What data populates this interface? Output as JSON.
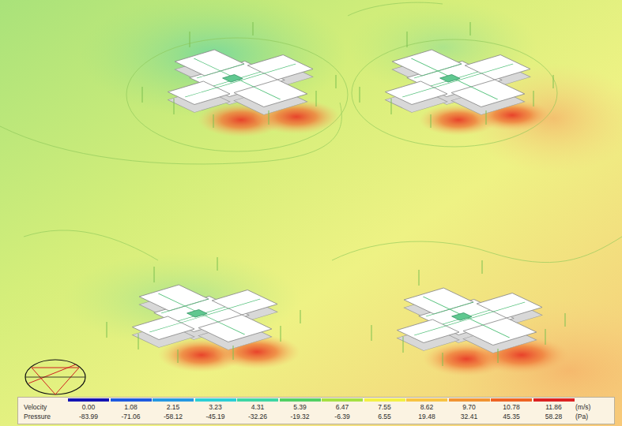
{
  "diagram": {
    "labels": [
      "Velocity",
      "(m/s)",
      "Pressure",
      "-83.99",
      "-71.06",
      "-58.12",
      "-45.19",
      "-32.26",
      "-19.32",
      "-6.39",
      "6.55",
      "19.48",
      "32.41",
      "45.35",
      "58.28",
      "(Pa)"
    ],
    "legend": [
      {
        "text": "0.00",
        "color": "#1414b4"
      },
      {
        "text": "1.08",
        "color": "#1e5ae0"
      },
      {
        "text": "2.15",
        "color": "#2598e2"
      },
      {
        "text": "3.23",
        "color": "#2ccfd6"
      },
      {
        "text": "4.31",
        "color": "#3ed6a4"
      },
      {
        "text": "5.39",
        "color": "#52d064"
      },
      {
        "text": "6.47",
        "color": "#a6e044"
      },
      {
        "text": "7.55",
        "color": "#f2f046"
      },
      {
        "text": "8.62",
        "color": "#f7c444"
      },
      {
        "text": "9.70",
        "color": "#f19434"
      },
      {
        "text": "10.78",
        "color": "#ee6424"
      },
      {
        "text": "11.86",
        "color": "#dc2222"
      }
    ]
  }
}
